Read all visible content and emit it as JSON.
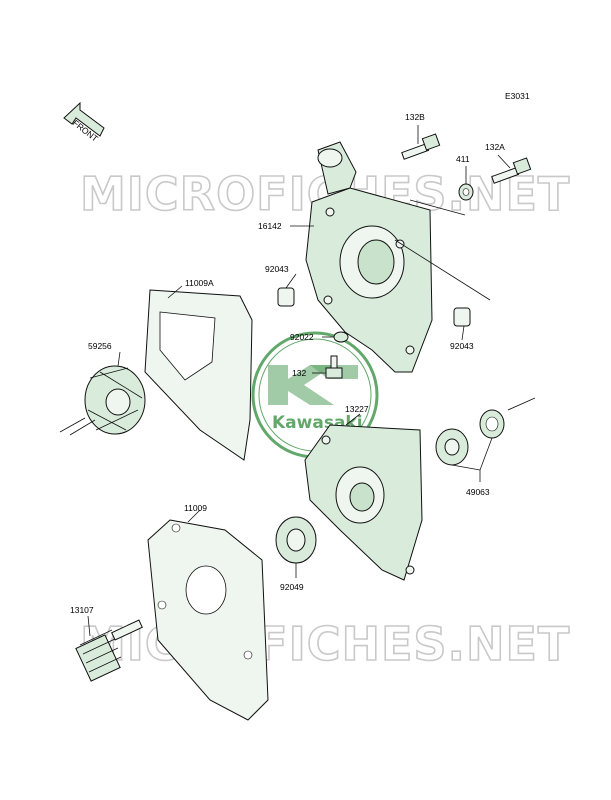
{
  "diagram": {
    "code": "E3031",
    "front_label": "FRONT",
    "watermark": "MICROFICHES.NET",
    "logo_text": "Kawasaki",
    "colors": {
      "part_fill": "#d9ecdb",
      "accent": "#2e8b3a",
      "watermark": "#c9c9c9"
    },
    "parts": {
      "p132B": "132B",
      "p411": "411",
      "p132A": "132A",
      "p16142": "16142",
      "p92043a": "92043",
      "p11009A": "11009A",
      "p92043b": "92043",
      "p59256": "59256",
      "p92022": "92022",
      "p132": "132",
      "p13227": "13227",
      "p49063": "49063",
      "p11009": "11009",
      "p92049": "92049",
      "p13107": "13107"
    }
  }
}
